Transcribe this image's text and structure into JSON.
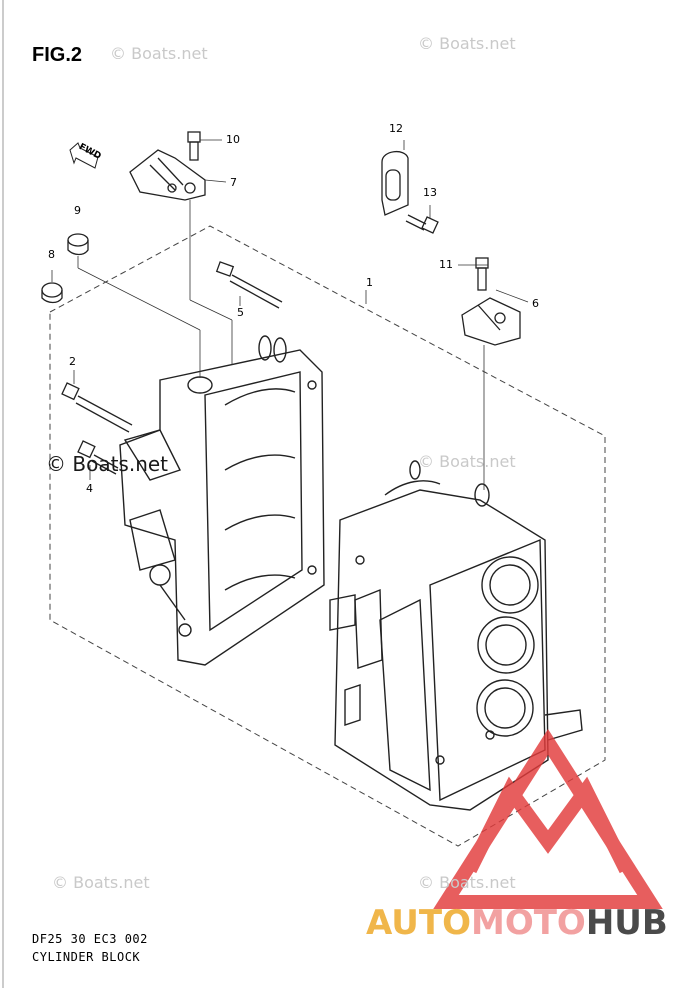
{
  "figure": {
    "title": "FIG.2",
    "caption_code": "DF25 30 EC3  002",
    "caption_name": "CYLINDER BLOCK"
  },
  "watermarks": {
    "text": "© Boats.net",
    "dark_text": "© Boats.net"
  },
  "fwd_label": "FWD",
  "callouts": [
    {
      "id": "c1",
      "text": "1"
    },
    {
      "id": "c2",
      "text": "2"
    },
    {
      "id": "c4",
      "text": "4"
    },
    {
      "id": "c5",
      "text": "5"
    },
    {
      "id": "c6",
      "text": "6"
    },
    {
      "id": "c7",
      "text": "7"
    },
    {
      "id": "c8",
      "text": "8"
    },
    {
      "id": "c9",
      "text": "9"
    },
    {
      "id": "c10",
      "text": "10"
    },
    {
      "id": "c11",
      "text": "11"
    },
    {
      "id": "c12",
      "text": "12"
    },
    {
      "id": "c13",
      "text": "13"
    }
  ],
  "logo": {
    "part1": "AUTO",
    "part2": "MOTO",
    "part3": "HUB",
    "colors": {
      "auto": "#f0b64a",
      "moto": "#f2a1a1",
      "hub": "#4a4a4a",
      "triangle": "#e23b3b"
    }
  }
}
